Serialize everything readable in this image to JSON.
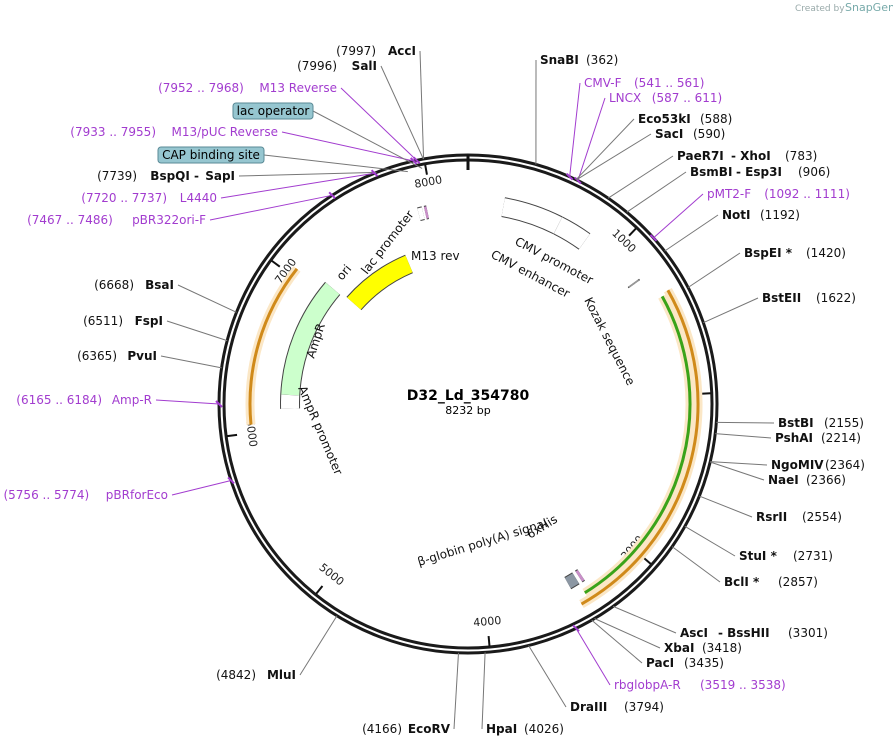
{
  "brand": {
    "created_by": "Created by",
    "name": "SnapGene"
  },
  "plasmid": {
    "name": "D32_Ld_354780",
    "size_label": "8232 bp",
    "length": 8232
  },
  "ticks": [
    {
      "pos": 1000,
      "label": "1000"
    },
    {
      "pos": 2000,
      "label": "2000"
    },
    {
      "pos": 3000,
      "label": "3000"
    },
    {
      "pos": 4000,
      "label": "4000"
    },
    {
      "pos": 5000,
      "label": "5000"
    },
    {
      "pos": 6000,
      "label": "6000"
    },
    {
      "pos": 7000,
      "label": "7000"
    },
    {
      "pos": 8000,
      "label": "8000"
    }
  ],
  "enzymes_right": [
    {
      "name": "SnaBI",
      "pos": "(362)",
      "site": 362
    },
    {
      "name": "Eco53kI",
      "pos": "(588)",
      "site": 588
    },
    {
      "name": "SacI",
      "pos": "(590)",
      "site": 590
    },
    {
      "name": "PaeR7I",
      "name2": "XhoI",
      "pos": "(783)",
      "site": 783
    },
    {
      "name": "BsmBI",
      "name2": "Esp3I",
      "pos": "(906)",
      "site": 906
    },
    {
      "name": "NotI",
      "pos": "(1192)",
      "site": 1192
    },
    {
      "name": "BspEI *",
      "pos": "(1420)",
      "site": 1420
    },
    {
      "name": "BstEII",
      "pos": "(1622)",
      "site": 1622
    },
    {
      "name": "BstBI",
      "pos": "(2155)",
      "site": 2155
    },
    {
      "name": "PshAI",
      "pos": "(2214)",
      "site": 2214
    },
    {
      "name": "NgoMIV",
      "pos": "(2364)",
      "site": 2364
    },
    {
      "name": "NaeI",
      "pos": "(2366)",
      "site": 2366
    },
    {
      "name": "RsrII",
      "pos": "(2554)",
      "site": 2554
    },
    {
      "name": "StuI *",
      "pos": "(2731)",
      "site": 2731
    },
    {
      "name": "BclI *",
      "pos": "(2857)",
      "site": 2857
    },
    {
      "name": "AscI",
      "name2": "BssHII",
      "pos": "(3301)",
      "site": 3301
    },
    {
      "name": "XbaI",
      "pos": "(3418)",
      "site": 3418
    },
    {
      "name": "PacI",
      "pos": "(3435)",
      "site": 3435
    },
    {
      "name": "DraIII",
      "pos": "(3794)",
      "site": 3794
    },
    {
      "name": "HpaI",
      "pos": "(4026)",
      "site": 4026
    }
  ],
  "enzymes_left": [
    {
      "name": "AccI",
      "pos": "(7997)",
      "site": 7997
    },
    {
      "name": "SalI",
      "pos": "(7996)",
      "site": 7996
    },
    {
      "name": "BspQI",
      "name2": "SapI",
      "pos": "(7739)",
      "site": 7739
    },
    {
      "name": "BsaI",
      "pos": "(6668)",
      "site": 6668
    },
    {
      "name": "FspI",
      "pos": "(6511)",
      "site": 6511
    },
    {
      "name": "PvuI",
      "pos": "(6365)",
      "site": 6365
    },
    {
      "name": "MluI",
      "pos": "(4842)",
      "site": 4842
    },
    {
      "name": "EcoRV",
      "pos": "(4166)",
      "site": 4166
    }
  ],
  "primers_right": [
    {
      "name": "CMV-F",
      "range": "(541 .. 561)",
      "site": 551
    },
    {
      "name": "LNCX",
      "range": "(587 .. 611)",
      "site": 599
    },
    {
      "name": "pMT2-F",
      "range": "(1092 .. 1111)",
      "site": 1101
    },
    {
      "name": "rbglobpA-R",
      "range": "(3519 .. 3538)",
      "site": 3528
    }
  ],
  "primers_left": [
    {
      "name": "M13 Reverse",
      "range": "(7952 .. 7968)",
      "site": 7960
    },
    {
      "name": "M13/pUC Reverse",
      "range": "(7933 .. 7955)",
      "site": 7944
    },
    {
      "name": "L4440",
      "range": "(7720 .. 7737)",
      "site": 7728
    },
    {
      "name": "pBR322ori-F",
      "range": "(7467 .. 7486)",
      "site": 7476
    },
    {
      "name": "Amp-R",
      "range": "(6165 .. 6184)",
      "site": 6174
    },
    {
      "name": "pBRforEco",
      "range": "(5756 .. 5774)",
      "site": 5765
    }
  ],
  "boxed_features": [
    {
      "name": "lac operator",
      "site": 7980
    },
    {
      "name": "CAP binding site",
      "site": 7900
    }
  ],
  "features": [
    {
      "name": "CMV enhancer",
      "start": 232,
      "end": 611,
      "color": "#ffffff"
    },
    {
      "name": "CMV promoter",
      "start": 612,
      "end": 815,
      "color": "#ffffff"
    },
    {
      "name": "Kozak sequence",
      "start": 1230,
      "end": 1240,
      "color": "#999999"
    },
    {
      "name": "6xHis",
      "start": 3350,
      "end": 3368,
      "color": "#c98fc9"
    },
    {
      "name": "β-globin poly(A) signal",
      "start": 3390,
      "end": 3450,
      "color": "#8c97a3"
    },
    {
      "name": "ori",
      "start": 7120,
      "end": 7710,
      "color": "#ffff00"
    },
    {
      "name": "AmpR",
      "start": 6240,
      "end": 7100,
      "color": "#ccffcc"
    },
    {
      "name": "AmpR promoter",
      "start": 6140,
      "end": 6240,
      "color": "#ffffff"
    },
    {
      "name": "lac promoter",
      "start": 7900,
      "end": 7930,
      "color": "#ffffff"
    },
    {
      "name": "M13 rev",
      "start": 7944,
      "end": 7960,
      "color": "#c98fc9"
    }
  ],
  "orf_arcs": [
    {
      "label": "green ORF",
      "start": 1395,
      "end": 3390,
      "color": "#3aa319"
    },
    {
      "label": "orange ORF",
      "start": 1380,
      "end": 3440,
      "color": "#d08a1a"
    },
    {
      "label": "left orange ORF",
      "start": 6050,
      "end": 7050,
      "color": "#d08a1a"
    }
  ],
  "colors": {
    "enzyme": "#111111",
    "primer": "#a23ccf",
    "boxed_fill": "#96c6d0",
    "ring": "#1a1a1a"
  }
}
